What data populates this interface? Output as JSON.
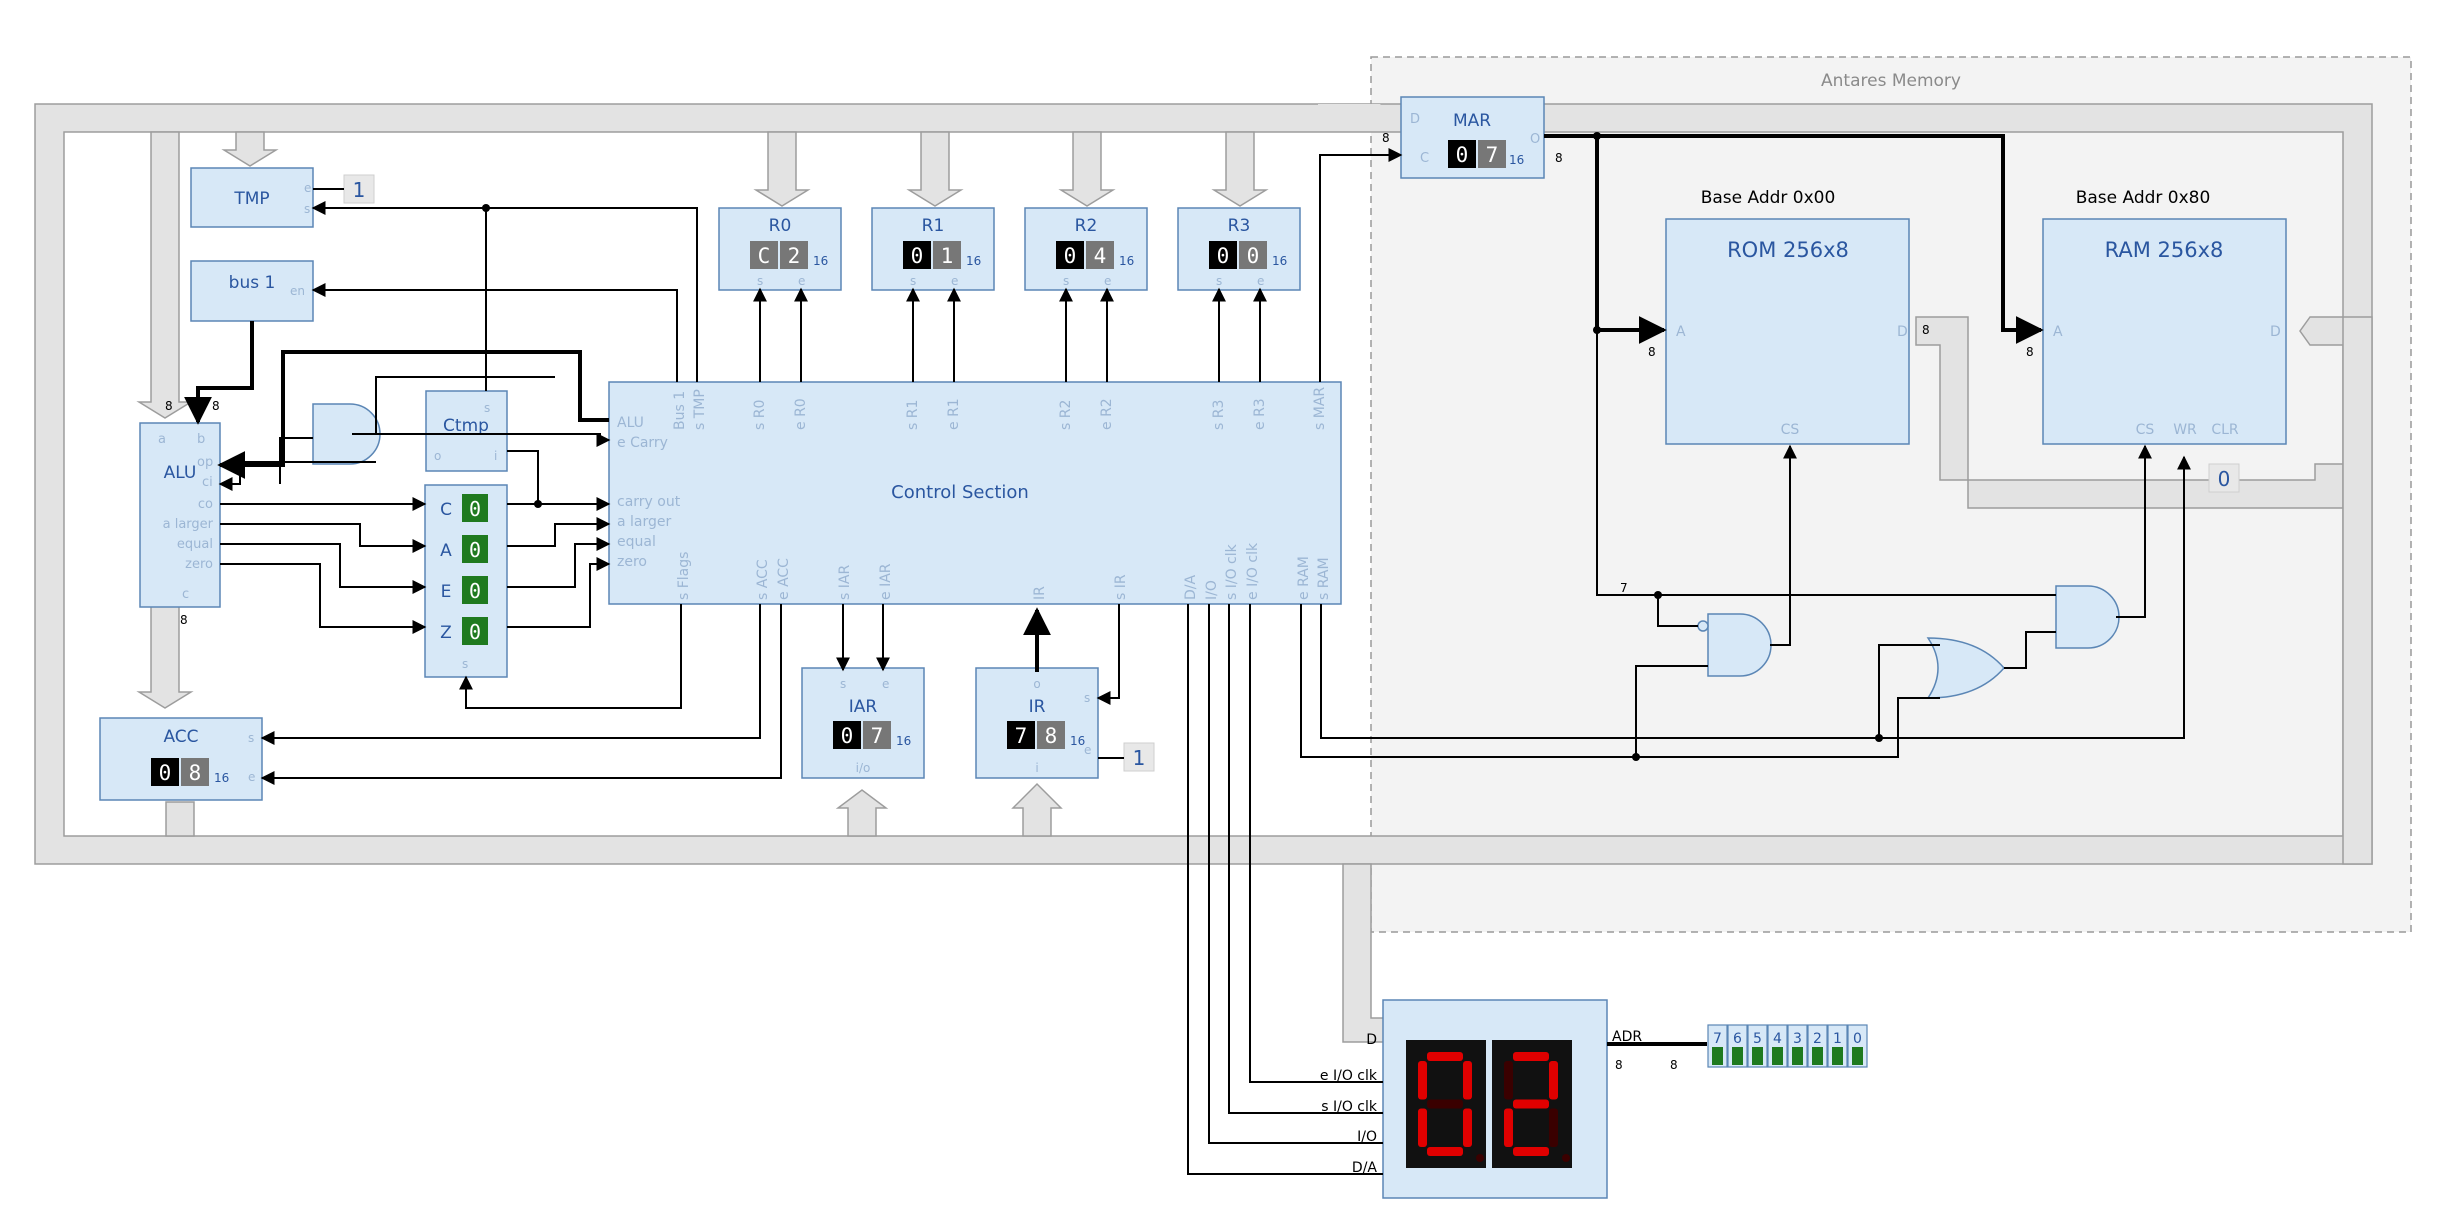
{
  "memory": {
    "title": "Antares Memory",
    "rom_base": "Base Addr 0x00",
    "ram_base": "Base Addr 0x80",
    "rom_label": "ROM 256x8",
    "ram_label": "RAM 256x8",
    "ram_clr_value": "0",
    "mar": {
      "label": "MAR",
      "digits": [
        "0",
        "7"
      ],
      "base": "16"
    }
  },
  "pins": {
    "D": "D",
    "C": "C",
    "O": "O",
    "A": "A",
    "CS": "CS",
    "WR": "WR",
    "CLR": "CLR",
    "e": "e",
    "s": "s",
    "en": "en",
    "o": "o",
    "i": "i",
    "io": "i/o",
    "a": "a",
    "b": "b",
    "op": "op",
    "ci": "ci",
    "co": "co",
    "a_larger": "a larger",
    "equal": "equal",
    "zero": "zero",
    "c": "c"
  },
  "bus_widths": {
    "w8": "8",
    "w7": "7"
  },
  "registers": {
    "tmp": {
      "label": "TMP",
      "enable_const": "1"
    },
    "bus1": {
      "label": "bus 1"
    },
    "r0": {
      "label": "R0",
      "digits": [
        "C",
        "2"
      ],
      "base": "16"
    },
    "r1": {
      "label": "R1",
      "digits": [
        "0",
        "1"
      ],
      "base": "16"
    },
    "r2": {
      "label": "R2",
      "digits": [
        "0",
        "4"
      ],
      "base": "16"
    },
    "r3": {
      "label": "R3",
      "digits": [
        "0",
        "0"
      ],
      "base": "16"
    },
    "acc": {
      "label": "ACC",
      "digits": [
        "0",
        "8"
      ],
      "base": "16"
    },
    "iar": {
      "label": "IAR",
      "digits": [
        "0",
        "7"
      ],
      "base": "16"
    },
    "ir": {
      "label": "IR",
      "digits": [
        "7",
        "8"
      ],
      "base": "16",
      "enable_const": "1"
    }
  },
  "alu": {
    "label": "ALU"
  },
  "ctmp": {
    "label": "Ctmp"
  },
  "flags": {
    "items": [
      {
        "label": "C",
        "value": "0"
      },
      {
        "label": "A",
        "value": "0"
      },
      {
        "label": "E",
        "value": "0"
      },
      {
        "label": "Z",
        "value": "0"
      }
    ]
  },
  "control": {
    "title": "Control Section",
    "top_signals": [
      "Bus 1",
      "s TMP",
      "s R0",
      "e R0",
      "s R1",
      "e R1",
      "s R2",
      "e R2",
      "s R3",
      "e R3",
      "s MAR"
    ],
    "left_inputs_top": [
      "ALU",
      "e Carry"
    ],
    "left_inputs_bottom": [
      "carry out",
      "a larger",
      "equal",
      "zero"
    ],
    "bottom_signals": [
      "s Flags",
      "s ACC",
      "e ACC",
      "s IAR",
      "e IAR",
      "IR",
      "s IR",
      "D/A",
      "I/O",
      "s I/O clk",
      "e I/O clk",
      "e RAM",
      "s RAM"
    ]
  },
  "io": {
    "inputs": [
      "D",
      "e I/O clk",
      "s I/O clk",
      "I/O",
      "D/A"
    ],
    "display_digits": "02",
    "adr_label": "ADR",
    "switches": [
      "7",
      "6",
      "5",
      "4",
      "3",
      "2",
      "1",
      "0"
    ]
  },
  "colors": {
    "box_fill": "#d7e8f7",
    "box_stroke": "#5b86b5",
    "label": "#2a56a0",
    "pin": "#9cb6d4",
    "bus_fill": "#e3e3e3",
    "bus_stroke": "#9d9d9d",
    "digit_dark": "#000000",
    "digit_grey": "#777777",
    "flag_green": "#1f7a1f",
    "seg_on": "#e00000",
    "seg_off": "#3a0000"
  }
}
